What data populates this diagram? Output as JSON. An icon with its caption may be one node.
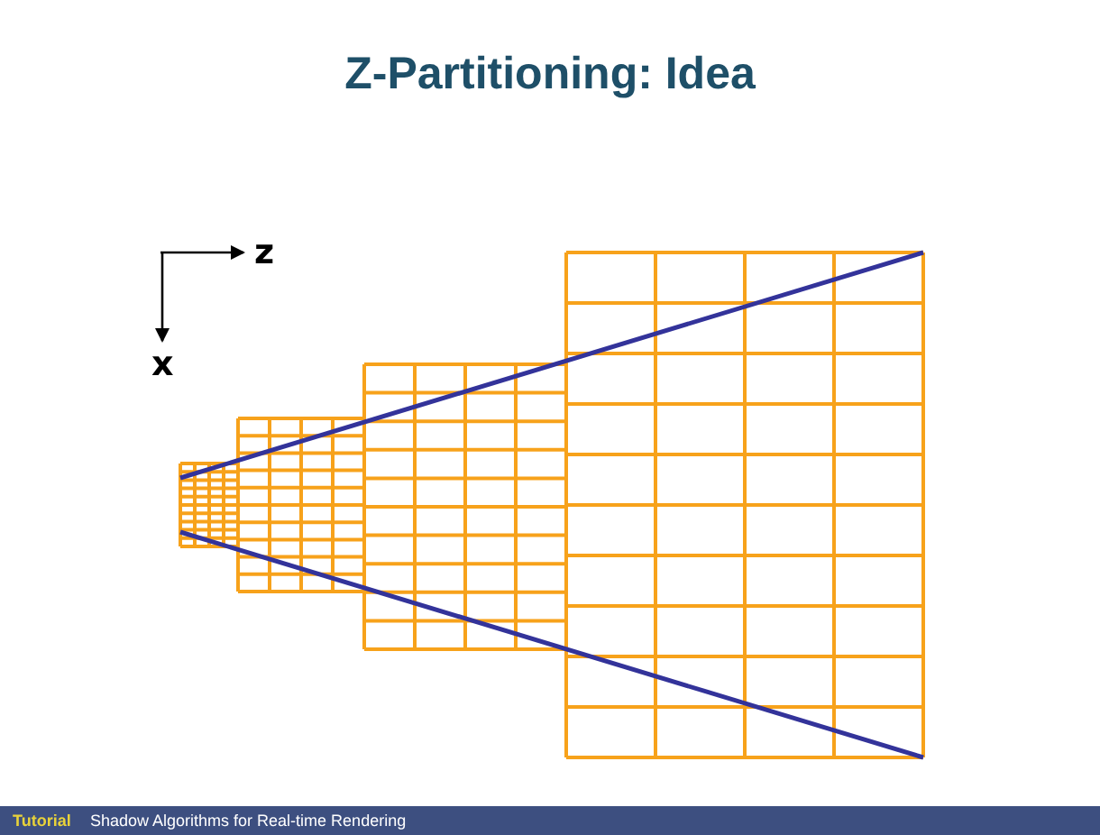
{
  "diagram": {
    "title": "Z-Partitioning: Idea",
    "labels": [
      "z",
      "x",
      "Tutorial",
      "Shadow Algorithms for Real-time Rendering"
    ]
  }
}
